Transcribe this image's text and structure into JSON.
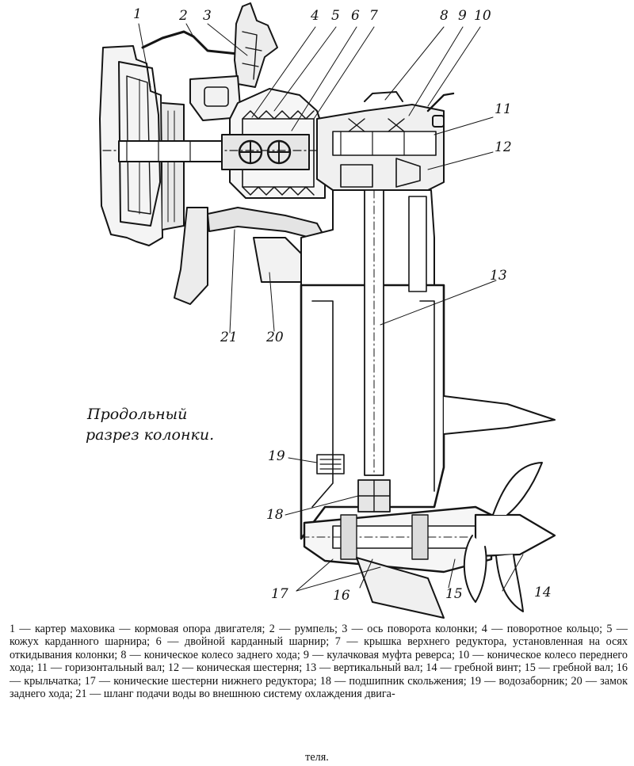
{
  "caption": {
    "line1": "Продольный",
    "line2": "разрез колонки."
  },
  "callouts": [
    "1",
    "2",
    "3",
    "4",
    "5",
    "6",
    "7",
    "8",
    "9",
    "10",
    "11",
    "12",
    "13",
    "14",
    "15",
    "16",
    "17",
    "18",
    "19",
    "20",
    "21"
  ],
  "legend": {
    "text": "1 — картер маховика — кормовая опора двигателя; 2 — румпель; 3 — ось поворота колонки; 4 — поворотное кольцо; 5 — кожух карданного шарнира; 6 — двойной карданный шарнир; 7 — крышка верхнего редуктора, установленная на осях откидывания колонки; 8 — коническое колесо заднего хода; 9 — кулачковая муфта реверса; 10 — коническое колесо переднего хода; 11 — горизонтальный вал; 12 — коническая шестерня; 13 — вертикальный вал; 14 — гребной винт; 15 — гребной вал; 16 — крыльчатка; 17 — конические шестерни нижнего редуктора; 18 — подшипник скольжения; 19 — водозаборник; 20 — замок заднего хода; 21 — шланг подачи воды во внешнюю систему охлаждения двига-",
    "end": "теля."
  }
}
